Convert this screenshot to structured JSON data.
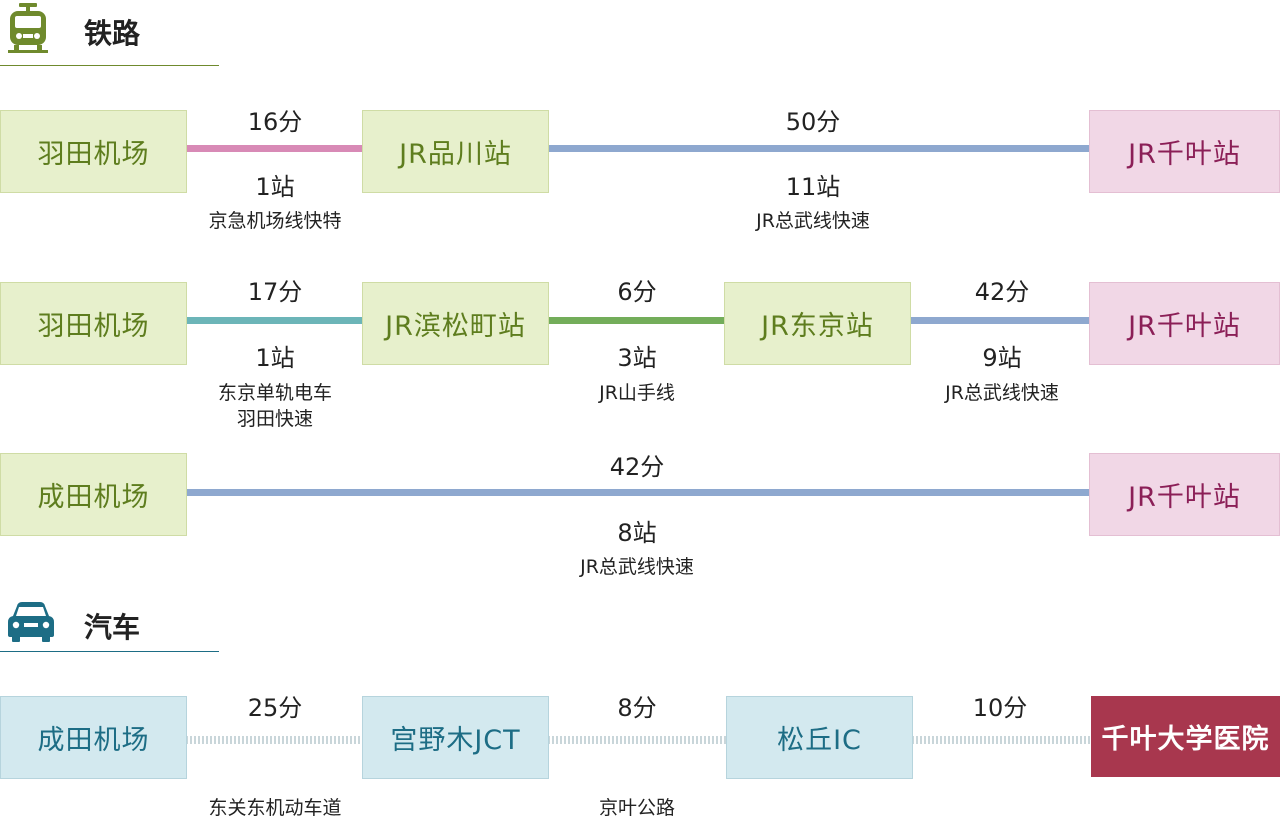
{
  "colors": {
    "rail_rule": "#6f8a2d",
    "car_rule": "#1d6d85",
    "keikyu": "#d88ab6",
    "sobu": "#8ea8cf",
    "monorail": "#6cb5b8",
    "yamanote": "#73ad5a",
    "road": "#c9d6da"
  },
  "rail": {
    "heading": "铁路",
    "icon": "train-icon",
    "route1": {
      "origin": "羽田机场",
      "via": "JR品川站",
      "dest": "JR千叶站",
      "seg1": {
        "time": "16分",
        "stops": "1站",
        "line": "京急机场线快特"
      },
      "seg2": {
        "time": "50分",
        "stops": "11站",
        "line": "JR总武线快速"
      }
    },
    "route2": {
      "origin": "羽田机场",
      "via1": "JR滨松町站",
      "via2": "JR东京站",
      "dest": "JR千叶站",
      "seg1": {
        "time": "17分",
        "stops": "1站",
        "line1": "东京单轨电车",
        "line2": "羽田快速"
      },
      "seg2": {
        "time": "6分",
        "stops": "3站",
        "line": "JR山手线"
      },
      "seg3": {
        "time": "42分",
        "stops": "9站",
        "line": "JR总武线快速"
      }
    },
    "route3": {
      "origin": "成田机场",
      "dest": "JR千叶站",
      "seg1": {
        "time": "42分",
        "stops": "8站",
        "line": "JR总武线快速"
      }
    }
  },
  "car": {
    "heading": "汽车",
    "icon": "car-icon",
    "route": {
      "origin": "成田机场",
      "via1": "宫野木JCT",
      "via2": "松丘IC",
      "dest": "千叶大学医院",
      "seg1": {
        "time": "25分",
        "road": "东关东机动车道"
      },
      "seg2": {
        "time": "8分",
        "road": "京叶公路"
      },
      "seg3": {
        "time": "10分"
      }
    }
  }
}
